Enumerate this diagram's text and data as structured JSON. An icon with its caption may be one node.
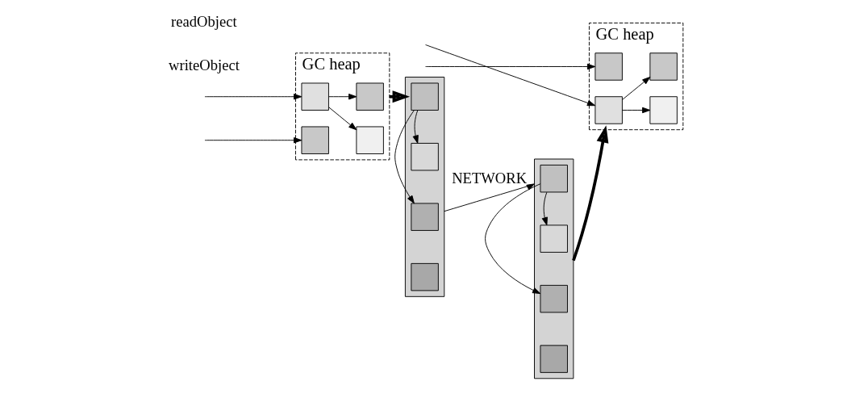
{
  "diagram": {
    "nodes": [
      {
        "text": [
          "GC heap"
        ]
      },
      {
        "text": [],
        "shape": "box",
        "in": 0
      },
      {
        "text": [],
        "shape": "box",
        "in": 0
      },
      {
        "text": [],
        "shape": "box",
        "in": 0
      },
      {
        "text": [],
        "shape": "box",
        "in": 0
      },
      {
        "text": [],
        "shape": "bar"
      },
      {
        "text": [],
        "shape": "box",
        "in": 5
      },
      {
        "text": [],
        "shape": "box",
        "in": 5
      },
      {
        "text": [],
        "shape": "box",
        "in": 5
      },
      {
        "text": [],
        "shape": "box",
        "in": 5
      },
      {
        "text": [],
        "shape": "bar"
      },
      {
        "text": [],
        "shape": "box",
        "in": 10
      },
      {
        "text": [],
        "shape": "box",
        "in": 10
      },
      {
        "text": [],
        "shape": "box",
        "in": 10
      },
      {
        "text": [],
        "shape": "box",
        "in": 10
      },
      {
        "text": [
          "GC heap"
        ]
      },
      {
        "text": [],
        "shape": "box",
        "in": 15
      },
      {
        "text": [],
        "shape": "box",
        "in": 15
      },
      {
        "text": [],
        "shape": "box",
        "in": 15
      },
      {
        "text": [],
        "shape": "box",
        "in": 15
      }
    ],
    "edges": [
      {
        "from": null,
        "to": 1,
        "arrow": "to"
      },
      {
        "from": 1,
        "to": 2,
        "arrow": "to"
      },
      {
        "from": 1,
        "to": 3,
        "arrow": "to"
      },
      {
        "from": null,
        "to": 4,
        "arrow": "to"
      },
      {
        "from": 0,
        "to": 5,
        "arrow": "to",
        "style": "thick"
      },
      {
        "from": 6,
        "to": 7,
        "arrow": "to"
      },
      {
        "from": 6,
        "to": 8,
        "arrow": "to"
      },
      {
        "from": 5,
        "to": 10,
        "arrow": "to",
        "label": "NETWORK"
      },
      {
        "from": 11,
        "to": 12,
        "arrow": "to"
      },
      {
        "from": 11,
        "to": 13,
        "arrow": "to"
      },
      {
        "from": 10,
        "to": 15,
        "arrow": "to",
        "style": "thick"
      },
      {
        "from": null,
        "to": 16,
        "arrow": "to"
      },
      {
        "from": 16,
        "to": 17,
        "arrow": "to"
      },
      {
        "from": 16,
        "to": 18,
        "arrow": "to"
      },
      {
        "from": null,
        "to": 19,
        "arrow": "to"
      }
    ],
    "labels": [
      "writeObject",
      "readObject"
    ]
  }
}
